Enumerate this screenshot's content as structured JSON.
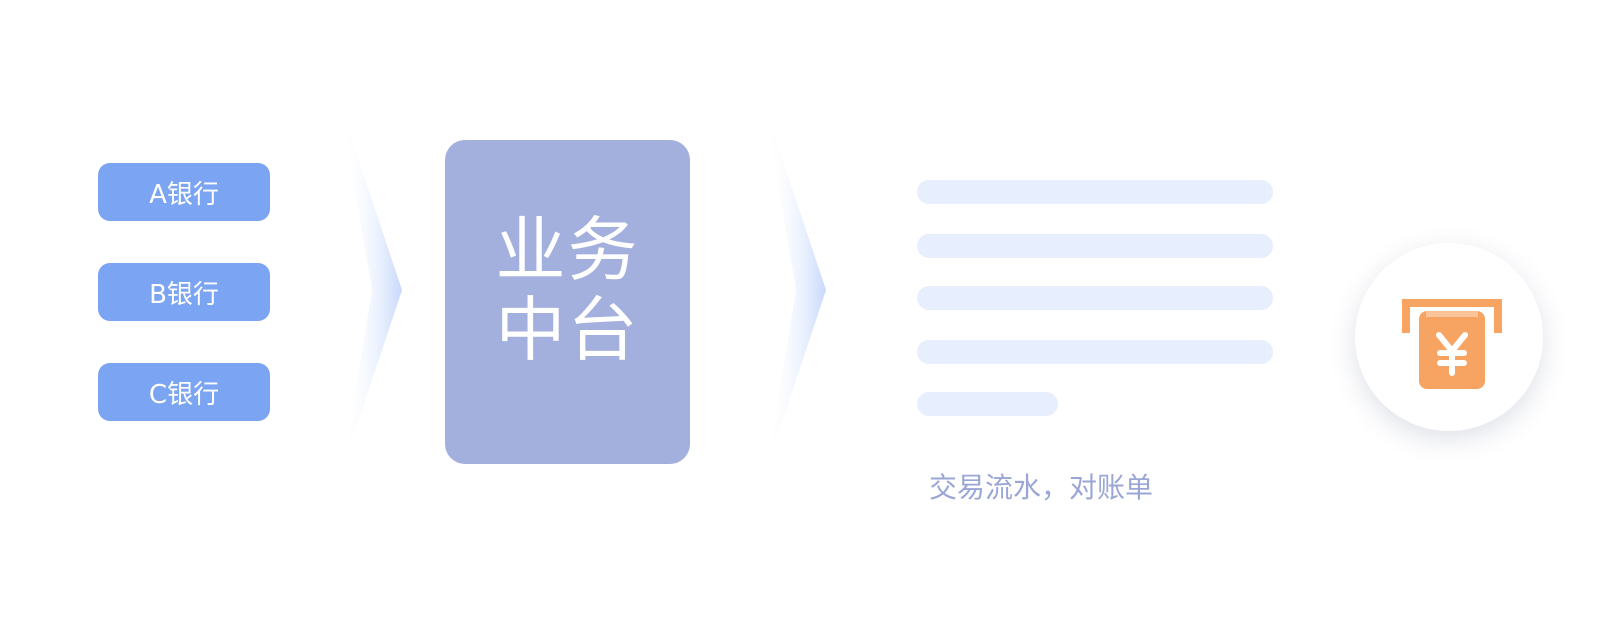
{
  "banks": [
    {
      "label": "A银行"
    },
    {
      "label": "B银行"
    },
    {
      "label": "C银行"
    }
  ],
  "middle": {
    "line1": "业务",
    "line2": "中台"
  },
  "output": {
    "caption": "交易流水，对账单"
  },
  "icons": {
    "transfer_arrow": "chevron-right-icon",
    "document_lines": "document-lines-icon",
    "payment": "atm-yen-icon"
  },
  "colors": {
    "bank_fill": "#7ba4f3",
    "middle_fill": "#a3afdd",
    "bar_fill": "#e7eefd",
    "caption_text": "#9aa6d6",
    "chevron": "#c7d8fb",
    "icon_orange": "#f7a462"
  }
}
